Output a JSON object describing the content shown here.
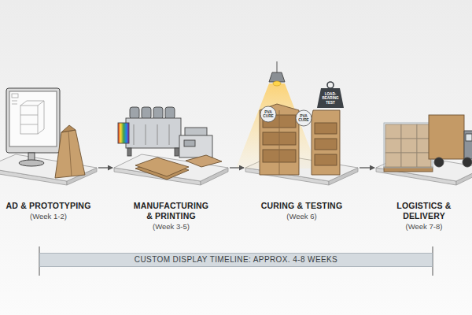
{
  "diagram": {
    "nodes": [
      {
        "text": [
          "AD & PROTOTYPING",
          "(Week 1-2)"
        ]
      },
      {
        "text": [
          "MANUFACTURING & PRINTING",
          "(Week 3-5)"
        ]
      },
      {
        "text": [
          "CURING & TESTING",
          "(Week 6)"
        ]
      },
      {
        "text": [
          "LOGISTICS & DELIVERY",
          "(Week 7-8)"
        ]
      },
      {
        "text": [
          "CUSTOM DISPLAY TIMELINE: APPROX. 4-8 WEEKS"
        ]
      }
    ],
    "edges": [
      {
        "from": 0,
        "to": 1,
        "arrow": "to"
      },
      {
        "from": 1,
        "to": 2,
        "arrow": "to"
      },
      {
        "from": 2,
        "to": 3,
        "arrow": "to"
      }
    ],
    "labels": [
      "PVA CURE",
      "PVA CURE",
      "LOAD-BEARING TEST"
    ]
  }
}
